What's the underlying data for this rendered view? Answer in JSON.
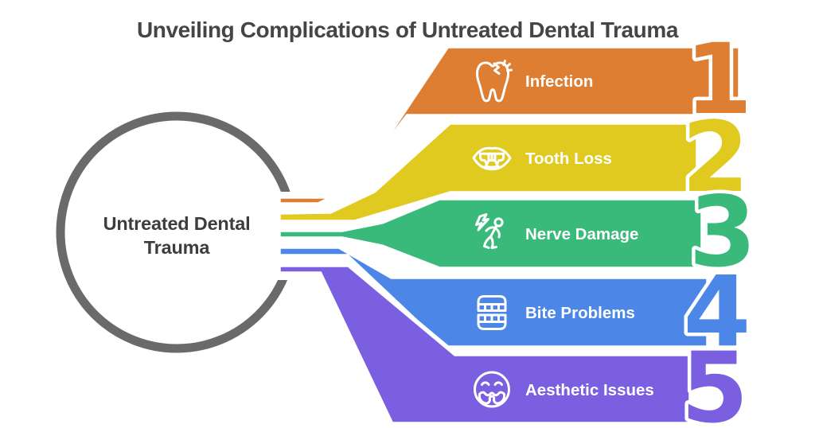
{
  "title": "Unveiling Complications of Untreated Dental Trauma",
  "center": {
    "line1": "Untreated Dental",
    "line2": "Trauma"
  },
  "items": [
    {
      "number": "1",
      "label": "Infection",
      "color": "#dd7e33",
      "icon": "cracked-tooth-icon"
    },
    {
      "number": "2",
      "label": "Tooth Loss",
      "color": "#e0ca20",
      "icon": "mouth-missing-teeth-icon"
    },
    {
      "number": "3",
      "label": "Nerve Damage",
      "color": "#39b97a",
      "icon": "person-shock-icon"
    },
    {
      "number": "4",
      "label": "Bite Problems",
      "color": "#4c86e6",
      "icon": "upper-lower-teeth-icon"
    },
    {
      "number": "5",
      "label": "Aesthetic Issues",
      "color": "#7a5fe0",
      "icon": "embarrassed-face-icon"
    }
  ],
  "colors": {
    "circle_ring": "#6a6a6a",
    "title_text": "#454546",
    "center_text": "#3d3d3e",
    "label_text": "#ffffff",
    "background": "#ffffff"
  }
}
